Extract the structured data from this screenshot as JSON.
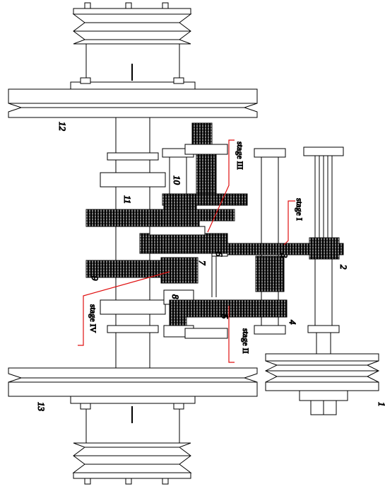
{
  "diagram": {
    "parts": [
      {
        "id": "p1",
        "label": "1"
      },
      {
        "id": "p2",
        "label": "2"
      },
      {
        "id": "p3",
        "label": "3"
      },
      {
        "id": "p4",
        "label": "4"
      },
      {
        "id": "p5",
        "label": "5"
      },
      {
        "id": "p6",
        "label": "6"
      },
      {
        "id": "p7",
        "label": "7"
      },
      {
        "id": "p8",
        "label": "8"
      },
      {
        "id": "p9",
        "label": "9"
      },
      {
        "id": "p10",
        "label": "10"
      },
      {
        "id": "p11",
        "label": "11"
      },
      {
        "id": "p12",
        "label": "12"
      },
      {
        "id": "p13",
        "label": "13"
      }
    ],
    "stages": [
      {
        "id": "s1",
        "label": "stage I"
      },
      {
        "id": "s2",
        "label": "stage II"
      },
      {
        "id": "s3",
        "label": "stage III"
      },
      {
        "id": "s4",
        "label": "stage IV"
      }
    ],
    "colors": {
      "line": "#000000",
      "leader": "#e01010",
      "background": "#ffffff"
    }
  }
}
